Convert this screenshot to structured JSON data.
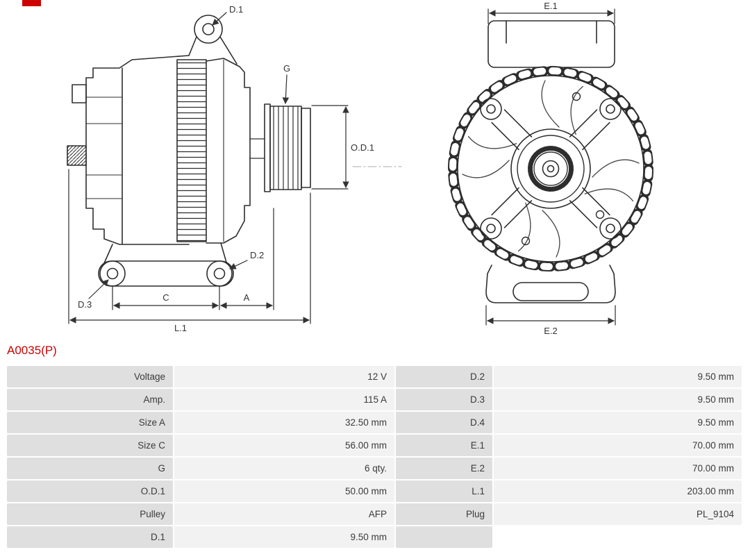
{
  "colors": {
    "accent_red": "#cc0000",
    "table_label_bg": "#dfdfdf",
    "table_value_bg": "#f2f2f2",
    "line_color": "#2d2d2d"
  },
  "part_number": "A0035(P)",
  "diagram": {
    "side_view": {
      "d1": "D.1",
      "g": "G",
      "od1": "O.D.1",
      "d2": "D.2",
      "d3": "D.3",
      "c": "C",
      "a": "A",
      "l1": "L.1"
    },
    "front_view": {
      "e1": "E.1",
      "e2": "E.2"
    }
  },
  "specs": {
    "rows": [
      {
        "label_left": "Voltage",
        "value_left": "12 V",
        "label_right": "D.2",
        "value_right": "9.50 mm"
      },
      {
        "label_left": "Amp.",
        "value_left": "115 A",
        "label_right": "D.3",
        "value_right": "9.50 mm"
      },
      {
        "label_left": "Size A",
        "value_left": "32.50 mm",
        "label_right": "D.4",
        "value_right": "9.50 mm"
      },
      {
        "label_left": "Size C",
        "value_left": "56.00 mm",
        "label_right": "E.1",
        "value_right": "70.00 mm"
      },
      {
        "label_left": "G",
        "value_left": "6 qty.",
        "label_right": "E.2",
        "value_right": "70.00 mm"
      },
      {
        "label_left": "O.D.1",
        "value_left": "50.00 mm",
        "label_right": "L.1",
        "value_right": "203.00 mm"
      },
      {
        "label_left": "Pulley",
        "value_left": "AFP",
        "label_right": "Plug",
        "value_right": "PL_9104"
      },
      {
        "label_left": "D.1",
        "value_left": "9.50 mm",
        "label_right": "",
        "value_right": ""
      }
    ]
  }
}
